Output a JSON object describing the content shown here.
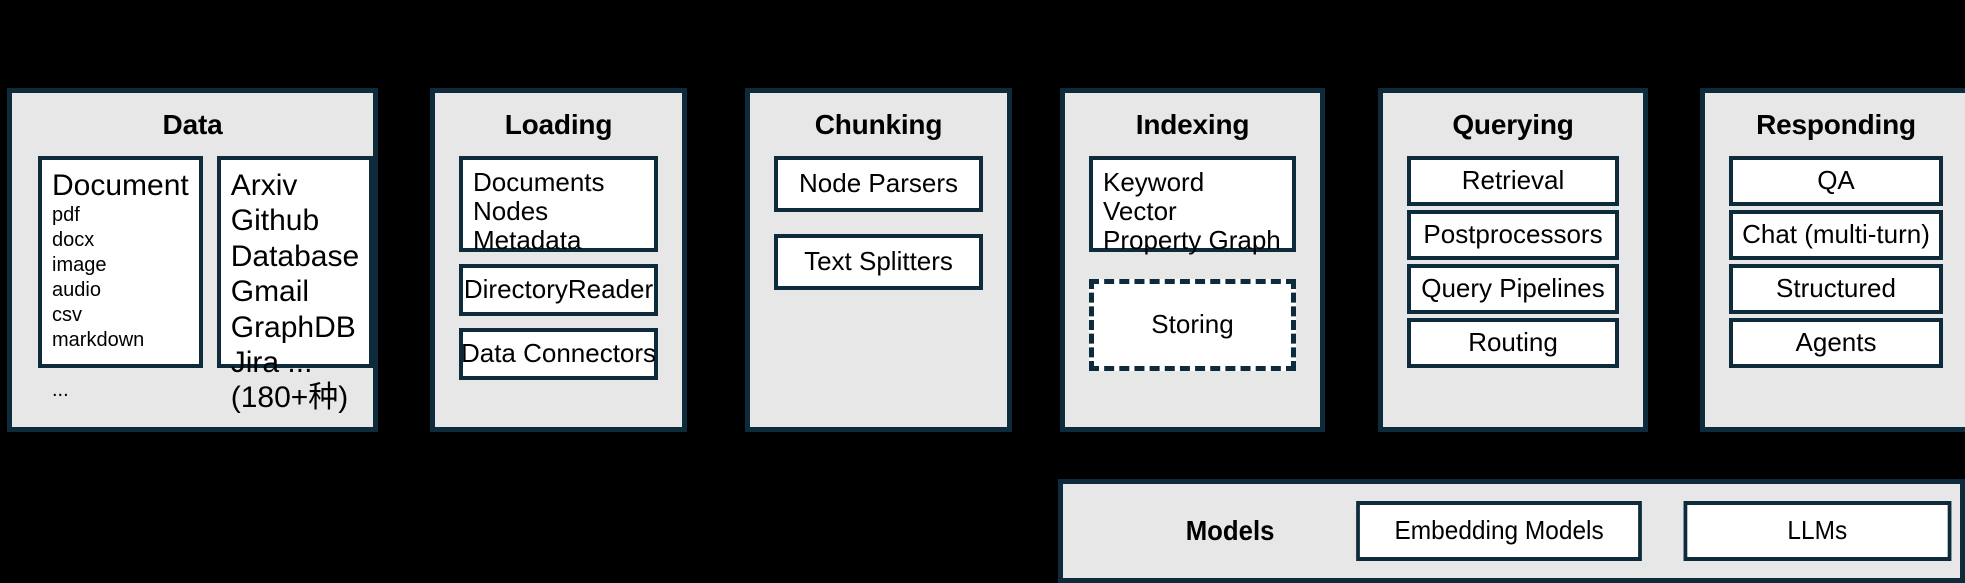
{
  "diagram": {
    "stages": [
      {
        "id": "data",
        "title": "Data",
        "layout": "row",
        "boxes": [
          {
            "name": "document-types",
            "heading": "Document",
            "items": "pdf\ndocx\nimage\naudio\ncsv\nmarkdown\n\n..."
          },
          {
            "name": "data-sources",
            "heading": "",
            "items": "Arxiv\nGithub\nDatabase\nGmail\nGraphDB\nJira ...\n(180+种)"
          }
        ]
      },
      {
        "id": "loading",
        "title": "Loading",
        "layout": "column",
        "boxes": [
          {
            "name": "loading-objects",
            "label": "Documents\nNodes\nMetadata"
          },
          {
            "name": "directory-reader",
            "label": "DirectoryReader"
          },
          {
            "name": "data-connectors",
            "label": "Data Connectors"
          }
        ]
      },
      {
        "id": "chunking",
        "title": "Chunking",
        "layout": "column",
        "boxes": [
          {
            "name": "node-parsers",
            "label": "Node Parsers"
          },
          {
            "name": "text-splitters",
            "label": "Text Splitters"
          }
        ]
      },
      {
        "id": "indexing",
        "title": "Indexing",
        "layout": "column",
        "boxes": [
          {
            "name": "index-types",
            "label": "Keyword\nVector\nProperty Graph"
          },
          {
            "name": "storing",
            "label": "Storing",
            "style": "dashed"
          }
        ]
      },
      {
        "id": "querying",
        "title": "Querying",
        "layout": "column",
        "boxes": [
          {
            "name": "retrieval",
            "label": "Retrieval"
          },
          {
            "name": "postprocessors",
            "label": "Postprocessors"
          },
          {
            "name": "query-pipelines",
            "label": "Query Pipelines"
          },
          {
            "name": "routing",
            "label": "Routing"
          }
        ]
      },
      {
        "id": "responding",
        "title": "Responding",
        "layout": "column",
        "boxes": [
          {
            "name": "qa",
            "label": "QA"
          },
          {
            "name": "chat",
            "label": "Chat (multi-turn)"
          },
          {
            "name": "structured",
            "label": "Structured"
          },
          {
            "name": "agents",
            "label": "Agents"
          }
        ]
      }
    ],
    "models": {
      "label": "Models",
      "boxes": [
        {
          "name": "embedding-models",
          "label": "Embedding Models"
        },
        {
          "name": "llms",
          "label": "LLMs"
        }
      ]
    },
    "colors": {
      "panel_fill": "#e7e7e7",
      "border": "#0d2b3a",
      "card_fill": "#ffffff",
      "background": "#000000"
    }
  }
}
